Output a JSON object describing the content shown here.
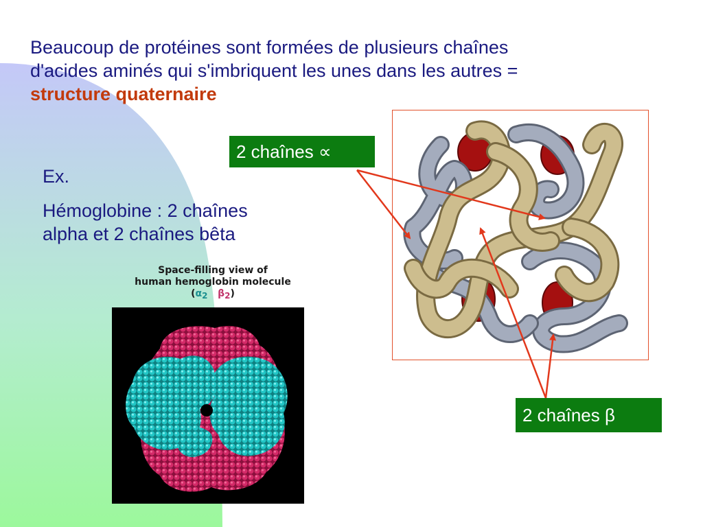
{
  "slide": {
    "title_line1": "Beaucoup de protéines sont formées de plusieurs chaînes",
    "title_line2": "d'acides aminés qui s'imbriquent les unes dans les autres =",
    "title_highlight": "structure quaternaire",
    "example_label": "Ex.",
    "example_text_line1": "Hémoglobine : 2 chaînes",
    "example_text_line2": "alpha et 2 chaînes bêta"
  },
  "space_filling_figure": {
    "caption_line1": "Space-filling view of",
    "caption_line2": "human hemoglobin molecule",
    "caption_open": "(",
    "caption_alpha": "α",
    "caption_alpha_sub": "2",
    "caption_beta": "β",
    "caption_beta_sub": "2",
    "caption_close": ")"
  },
  "labels": {
    "alpha_chains": "2 chaînes ∝",
    "beta_chains": "2 chaînes β"
  },
  "colors": {
    "title_text": "#1a1a80",
    "highlight_text": "#c23a0c",
    "label_bg": "#0c7c10",
    "arrow": "#e2381c",
    "alpha_subunit": "#1ec8c8",
    "beta_subunit": "#c8205a",
    "tube_tan": "#c9b88a",
    "tube_gray": "#8e97a8",
    "heme_red": "#a51010"
  }
}
